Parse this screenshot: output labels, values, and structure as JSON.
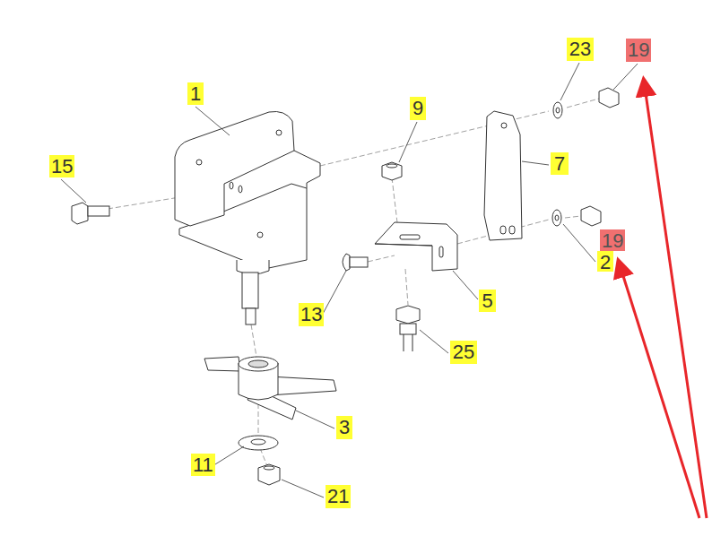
{
  "diagram": {
    "labels": [
      "23",
      "19",
      "1",
      "9",
      "15",
      "7",
      "19",
      "2",
      "13",
      "5",
      "25",
      "3",
      "11",
      "21"
    ]
  }
}
